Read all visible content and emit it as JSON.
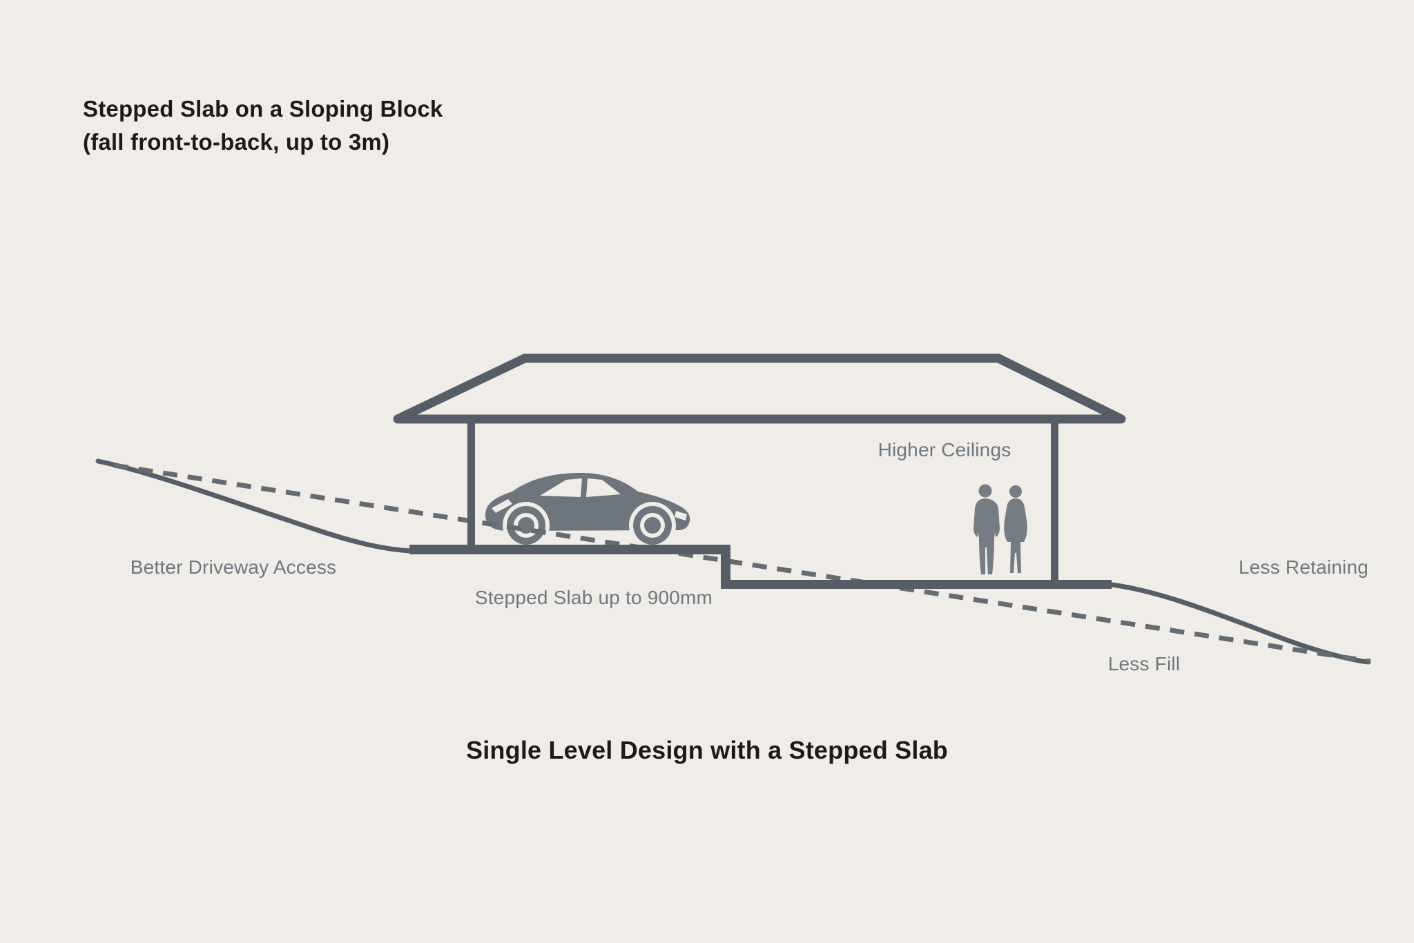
{
  "title": {
    "line1": "Stepped Slab on a Sloping Block",
    "line2": "(fall front-to-back, up to 3m)"
  },
  "caption": "Single Level Design with a Stepped Slab",
  "diagram": {
    "labels": {
      "better_driveway_access": "Better Driveway Access",
      "stepped_slab": "Stepped Slab up to 900mm",
      "higher_ceilings": "Higher Ceilings",
      "less_retaining": "Less Retaining",
      "less_fill": "Less Fill"
    },
    "icons": {
      "house": "house-outline-icon",
      "car": "car-icon",
      "people": "people-icon"
    },
    "colors": {
      "background": "#f0ede8",
      "structure_gray": "#565d66",
      "silhouette_gray": "#6e757d",
      "people_gray": "#757c84",
      "dashed_line_gray": "#646b73",
      "label_text_gray": "#6e7780",
      "heading_text": "#1b1b1d"
    }
  }
}
